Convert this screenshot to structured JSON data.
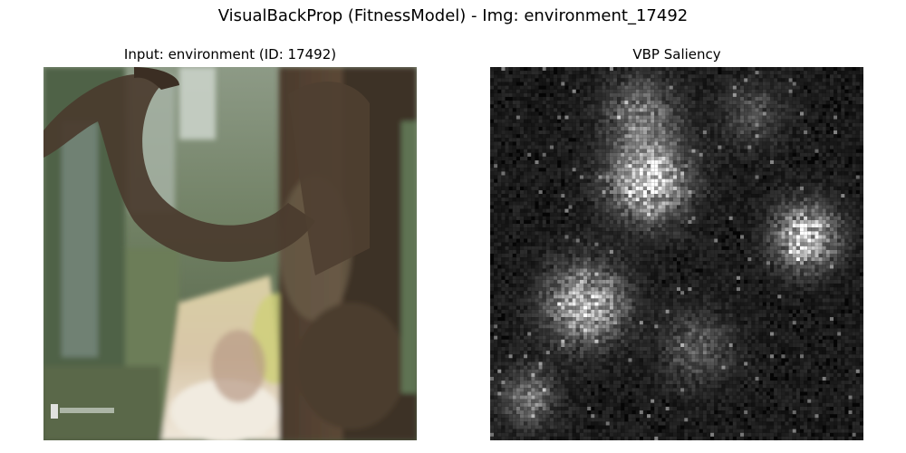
{
  "figure": {
    "suptitle": "VisualBackProp (FitnessModel) - Img: environment_17492"
  },
  "input_panel": {
    "title": "Input: environment (ID: 17492)"
  },
  "saliency_panel": {
    "title": "VBP Saliency",
    "colormap": "gray"
  }
}
